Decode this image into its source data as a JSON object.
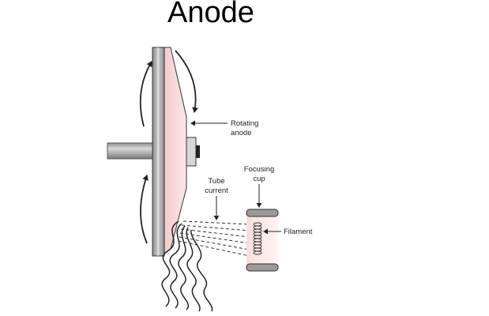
{
  "title": "Anode",
  "labels": {
    "rotating_anode_line1": "Rotating",
    "rotating_anode_line2": "anode",
    "tube_current_line1": "Tube",
    "tube_current_line2": "current",
    "focusing_cup_line1": "Focusing",
    "focusing_cup_line2": "cup",
    "filament": "Filament"
  },
  "colors": {
    "anode_fill": "#f6d6d6",
    "metal": "#a9a9a9",
    "outline": "#222222"
  }
}
